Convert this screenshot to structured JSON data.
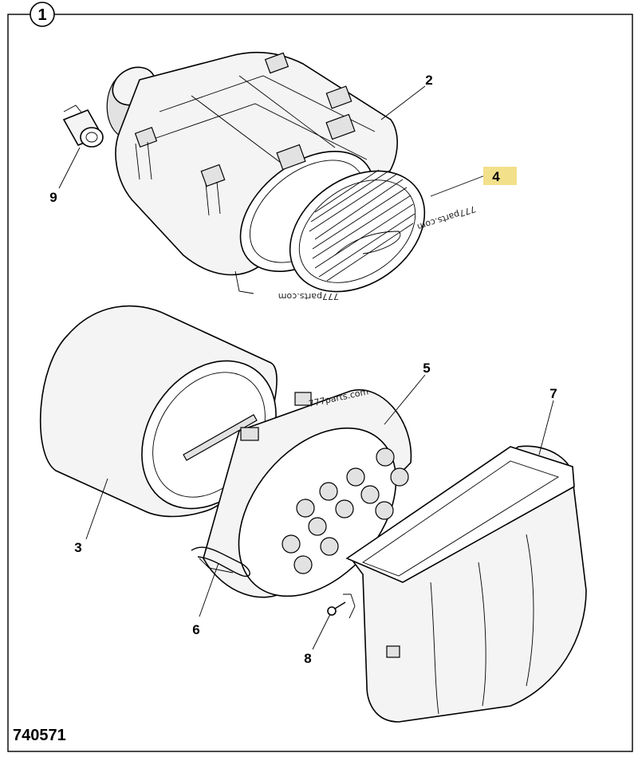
{
  "figure_ref": "1",
  "drawing_number": "740571",
  "watermarks": [
    "777parts.com",
    "777parts.com",
    "777parts.com"
  ],
  "highlight_color": "#f3e08a",
  "callouts": [
    {
      "id": "2",
      "label": "2",
      "highlighted": false
    },
    {
      "id": "3",
      "label": "3",
      "highlighted": false
    },
    {
      "id": "4",
      "label": "4",
      "highlighted": true
    },
    {
      "id": "5",
      "label": "5",
      "highlighted": false
    },
    {
      "id": "6",
      "label": "6",
      "highlighted": false
    },
    {
      "id": "7",
      "label": "7",
      "highlighted": false
    },
    {
      "id": "8",
      "label": "8",
      "highlighted": false
    },
    {
      "id": "9",
      "label": "9",
      "highlighted": false
    }
  ]
}
